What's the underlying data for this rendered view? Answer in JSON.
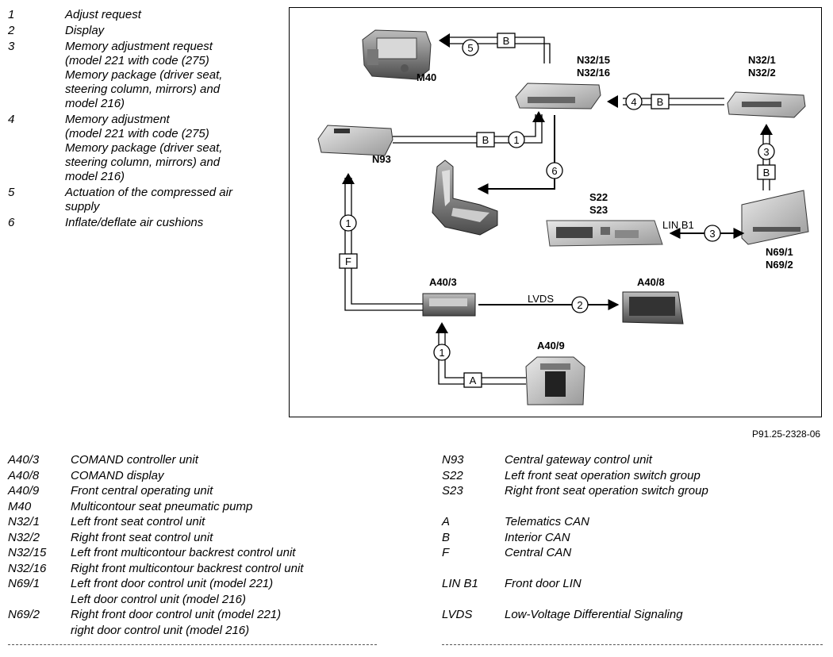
{
  "numbered_items": [
    {
      "num": "1",
      "text": "Adjust request"
    },
    {
      "num": "2",
      "text": "Display"
    },
    {
      "num": "3",
      "text": "Memory adjustment request\n(model 221 with code (275)\nMemory package (driver seat,\nsteering column, mirrors) and\nmodel 216)"
    },
    {
      "num": "4",
      "text": "Memory adjustment\n(model 221 with code (275)\nMemory package (driver seat,\nsteering column, mirrors) and\nmodel 216)"
    },
    {
      "num": "5",
      "text": "Actuation of the compressed air\nsupply"
    },
    {
      "num": "6",
      "text": "Inflate/deflate air cushions"
    }
  ],
  "diagram": {
    "components": {
      "m40": "M40",
      "n32_15": "N32/15",
      "n32_16": "N32/16",
      "n32_1": "N32/1",
      "n32_2": "N32/2",
      "n93": "N93",
      "s22": "S22",
      "s23": "S23",
      "n69_1": "N69/1",
      "n69_2": "N69/2",
      "a40_3": "A40/3",
      "a40_8": "A40/8",
      "a40_9": "A40/9"
    },
    "bus_labels": {
      "b_top": "B",
      "b_right": "B",
      "b_mid": "B",
      "b_vert": "B",
      "f_left": "F",
      "a_bottom": "A"
    },
    "line_labels": {
      "lin": "LIN B1",
      "lvds": "LVDS"
    },
    "circle_numbers": {
      "c5": "5",
      "c4": "4",
      "c1_mid": "1",
      "c6": "6",
      "c3_vert": "3",
      "c3_lin": "3",
      "c1_left": "1",
      "c2": "2",
      "c1_bottom": "1"
    }
  },
  "figure_id": "P91.25-2328-06",
  "legend_left": [
    {
      "code": "A40/3",
      "desc": "COMAND controller unit"
    },
    {
      "code": "A40/8",
      "desc": "COMAND display"
    },
    {
      "code": "A40/9",
      "desc": "Front central operating unit"
    },
    {
      "code": "M40",
      "desc": "Multicontour seat pneumatic pump"
    },
    {
      "code": "N32/1",
      "desc": "Left front seat control unit"
    },
    {
      "code": "N32/2",
      "desc": "Right front seat control unit"
    },
    {
      "code": "N32/15",
      "desc": "Left front multicontour backrest control unit"
    },
    {
      "code": "N32/16",
      "desc": "Right front multicontour backrest control unit"
    },
    {
      "code": "N69/1",
      "desc": "Left front door control unit (model 221)\nLeft door control unit (model 216)"
    },
    {
      "code": "N69/2",
      "desc": "Right front door control unit (model 221)\nright door control unit (model 216)"
    }
  ],
  "legend_right": [
    {
      "code": "N93",
      "desc": "Central gateway control unit"
    },
    {
      "code": "S22",
      "desc": "Left front seat operation switch group"
    },
    {
      "code": "S23",
      "desc": "Right front seat operation switch group"
    },
    {
      "code": "",
      "desc": ""
    },
    {
      "code": "A",
      "desc": "Telematics CAN"
    },
    {
      "code": "B",
      "desc": "Interior CAN"
    },
    {
      "code": "F",
      "desc": "Central CAN"
    },
    {
      "code": "",
      "desc": ""
    },
    {
      "code": "LIN B1",
      "desc": "Front door LIN"
    },
    {
      "code": "",
      "desc": ""
    },
    {
      "code": "LVDS",
      "desc": "Low-Voltage Differential Signaling"
    }
  ]
}
